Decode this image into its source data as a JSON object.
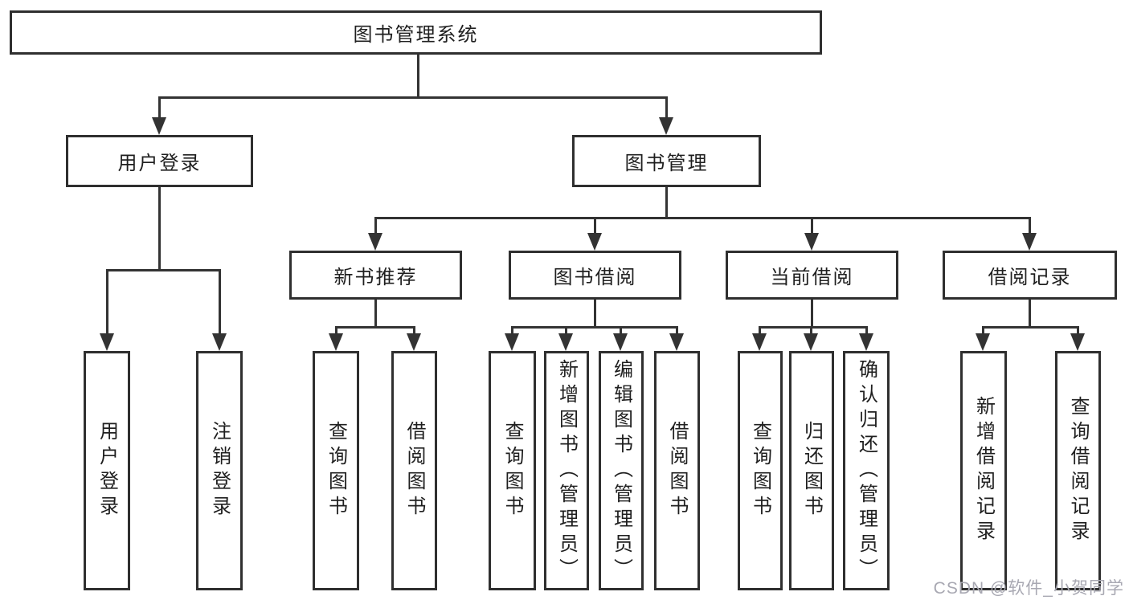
{
  "nodes": {
    "root": {
      "label": "图书管理系统"
    },
    "level2": [
      {
        "label": "用户登录"
      },
      {
        "label": "图书管理"
      }
    ],
    "level3": [
      {
        "label": "新书推荐",
        "parent": "图书管理"
      },
      {
        "label": "图书借阅",
        "parent": "图书管理"
      },
      {
        "label": "当前借阅",
        "parent": "图书管理"
      },
      {
        "label": "借阅记录",
        "parent": "图书管理"
      }
    ],
    "leaves": [
      {
        "label": "用户登录",
        "parent": "用户登录"
      },
      {
        "label": "注销登录",
        "parent": "用户登录"
      },
      {
        "label": "查询图书",
        "parent": "新书推荐"
      },
      {
        "label": "借阅图书",
        "parent": "新书推荐"
      },
      {
        "label": "查询图书",
        "parent": "图书借阅"
      },
      {
        "label": "新增图书（管理员）",
        "parent": "图书借阅"
      },
      {
        "label": "编辑图书（管理员）",
        "parent": "图书借阅"
      },
      {
        "label": "借阅图书",
        "parent": "图书借阅"
      },
      {
        "label": "查询图书",
        "parent": "当前借阅"
      },
      {
        "label": "归还图书",
        "parent": "当前借阅"
      },
      {
        "label": "确认归还（管理员）",
        "parent": "当前借阅"
      },
      {
        "label": "新增借阅记录",
        "parent": "借阅记录"
      },
      {
        "label": "查询借阅记录",
        "parent": "借阅记录"
      }
    ]
  },
  "watermark": {
    "text": "CSDN @软件_小贺同学"
  },
  "colors": {
    "line": "#333333",
    "box_border": "#2f2f2f",
    "text": "#1f1f1f",
    "watermark": "#a8a8b2",
    "background": "#ffffff"
  }
}
